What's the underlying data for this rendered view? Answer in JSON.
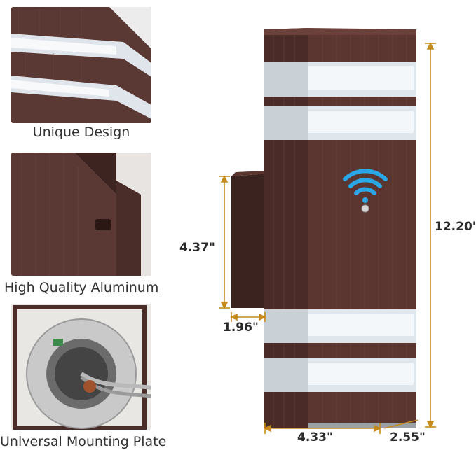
{
  "features": [
    {
      "caption": "Unique Design",
      "icon": "lamp-closeup-photo"
    },
    {
      "caption": "High Quality Aluminum",
      "icon": "aluminum-closeup-photo"
    },
    {
      "caption": "Unlversal Mounting Plate",
      "icon": "mounting-plate-photo"
    }
  ],
  "dimensions": {
    "height": "12.20\"",
    "bracket_height": "4.37\"",
    "bracket_depth": "1.96\"",
    "width": "4.33\"",
    "depth": "2.55\""
  },
  "colors": {
    "housing": "#5b3630",
    "housing_dark": "#3f2420",
    "glass": "#dfe6ec",
    "wifi": "#2aa7e6"
  },
  "icons": [
    "wifi-icon",
    "motion-sensor-icon"
  ]
}
